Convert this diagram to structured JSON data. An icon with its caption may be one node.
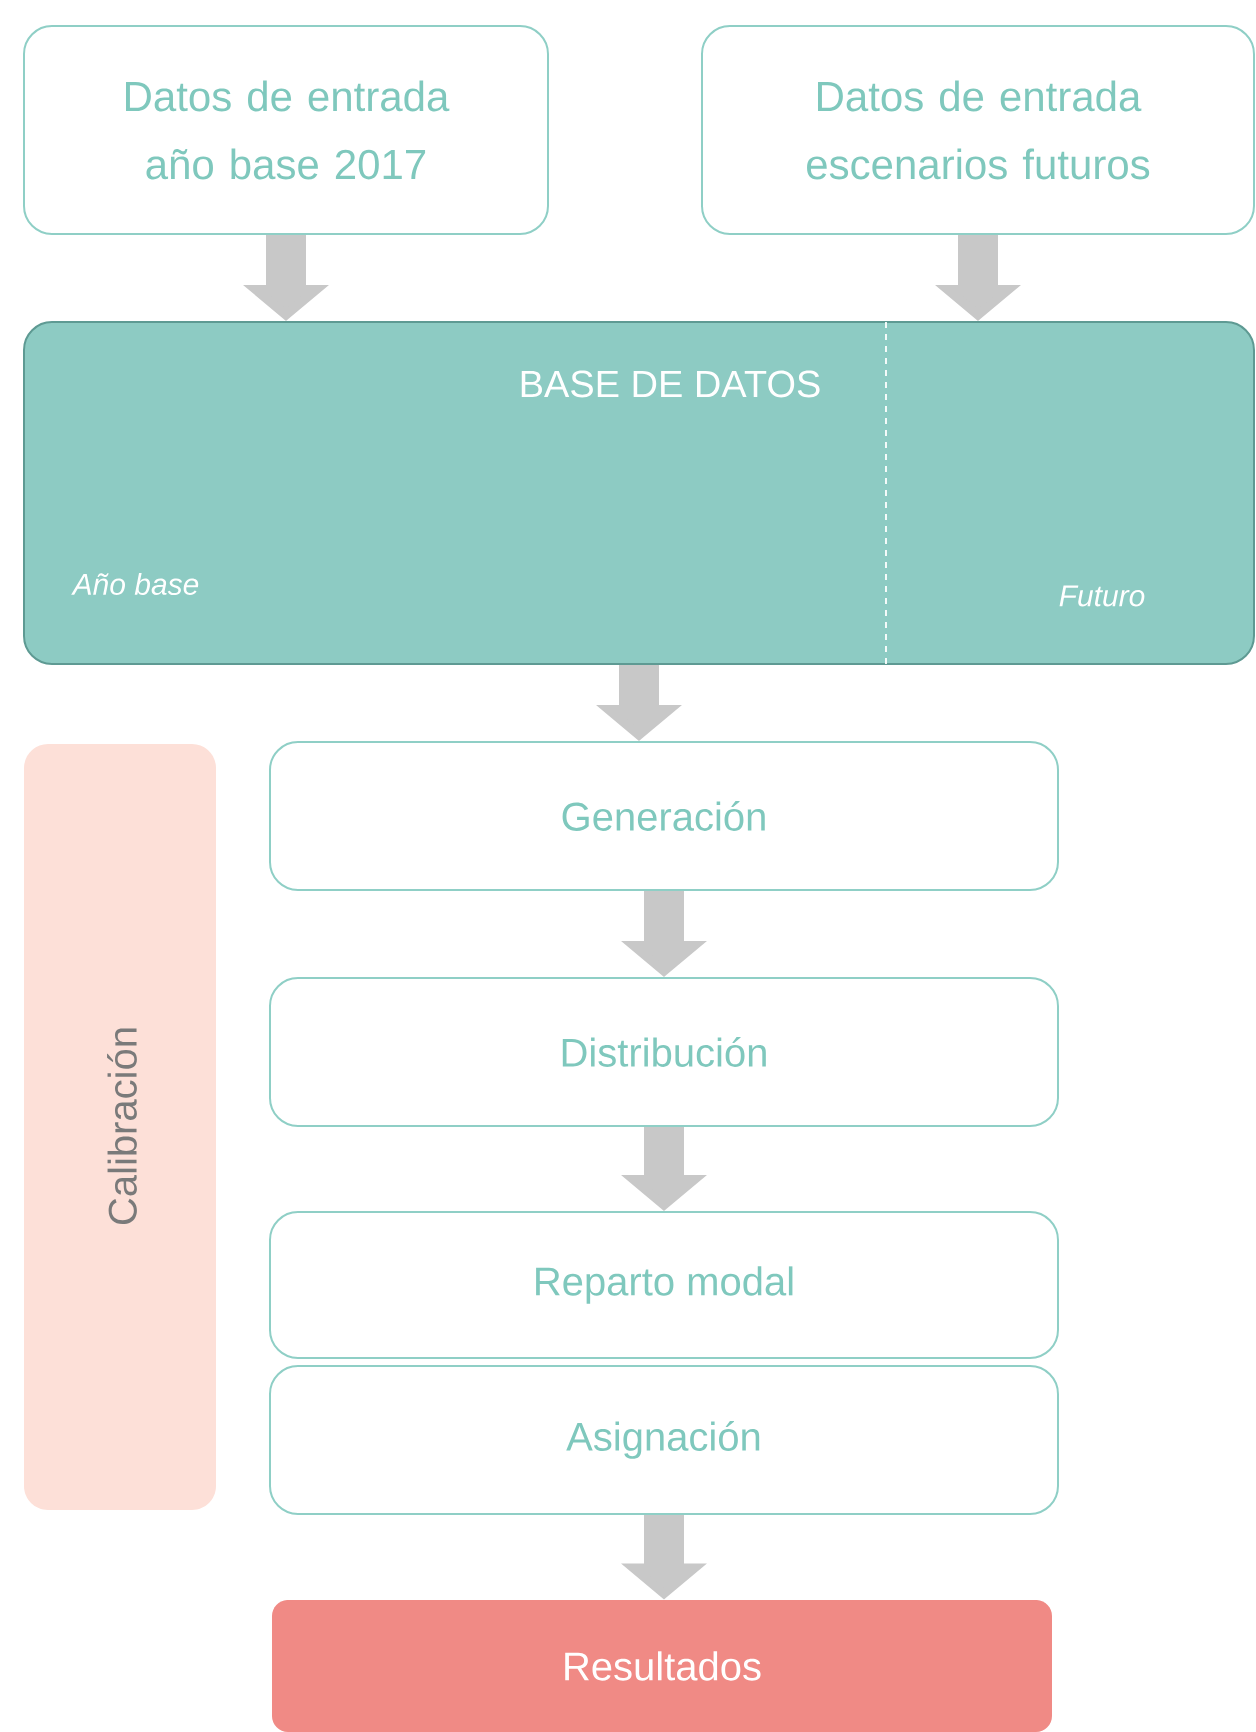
{
  "diagram": {
    "nodes": [
      {
        "text": [
          "Datos de entrada año base 2017"
        ]
      },
      {
        "text": [
          "Datos de entrada escenarios futuros"
        ]
      },
      {
        "text": [
          "BASE DE DATOS",
          "Año base",
          "Futuro"
        ]
      },
      {
        "text": [
          "Calibración"
        ]
      },
      {
        "text": [
          "Generación"
        ]
      },
      {
        "text": [
          "Distribución"
        ]
      },
      {
        "text": [
          "Reparto modal"
        ]
      },
      {
        "text": [
          "Asignación"
        ]
      },
      {
        "text": [
          "Resultados"
        ]
      }
    ],
    "edges": [
      {
        "from": 0,
        "to": 2,
        "arrow": "to"
      },
      {
        "from": 1,
        "to": 2,
        "arrow": "to"
      },
      {
        "from": 2,
        "to": 4,
        "arrow": "to"
      },
      {
        "from": 4,
        "to": 5,
        "arrow": "to"
      },
      {
        "from": 5,
        "to": 6,
        "arrow": "to"
      },
      {
        "from": 7,
        "to": 8,
        "arrow": "to"
      }
    ]
  }
}
